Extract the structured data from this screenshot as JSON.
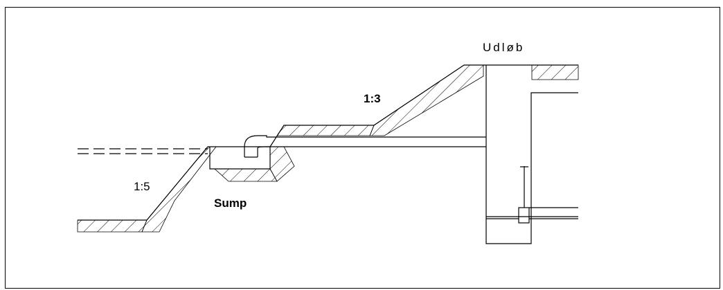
{
  "labels": {
    "outlet": "Udløb",
    "slope_upper": "1:3",
    "slope_lower": "1:5",
    "sump": "Sump"
  }
}
